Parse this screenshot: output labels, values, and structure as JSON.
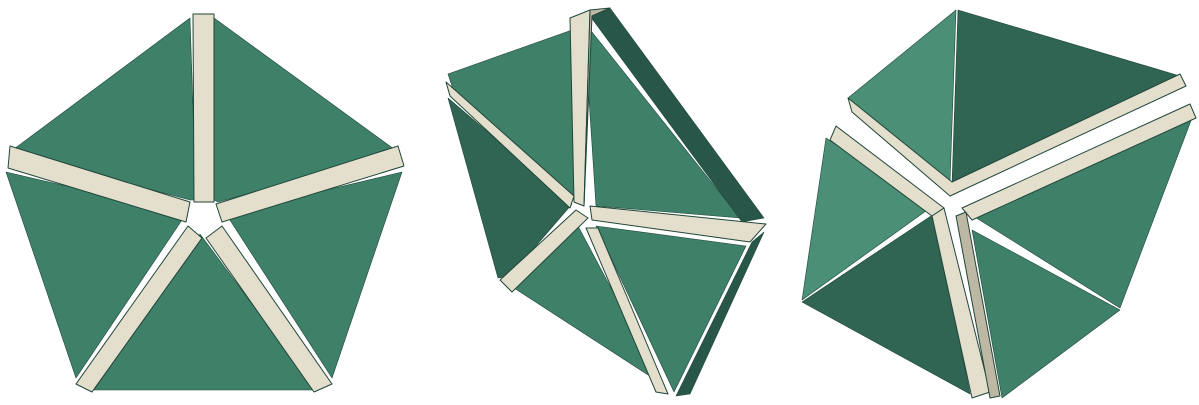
{
  "figure": {
    "panels": [
      {
        "view": "pentagon-top"
      },
      {
        "view": "tilted-side"
      },
      {
        "view": "three-quarter"
      }
    ]
  },
  "colors": {
    "face_main": "#3e8068",
    "face_light": "#4a8f76",
    "face_dark": "#2f6552",
    "face_darker": "#28574a",
    "strip": "#e3dfcc",
    "strip_shade": "#bdb8a3",
    "edge": "#20463a",
    "background": "#ffffff"
  }
}
